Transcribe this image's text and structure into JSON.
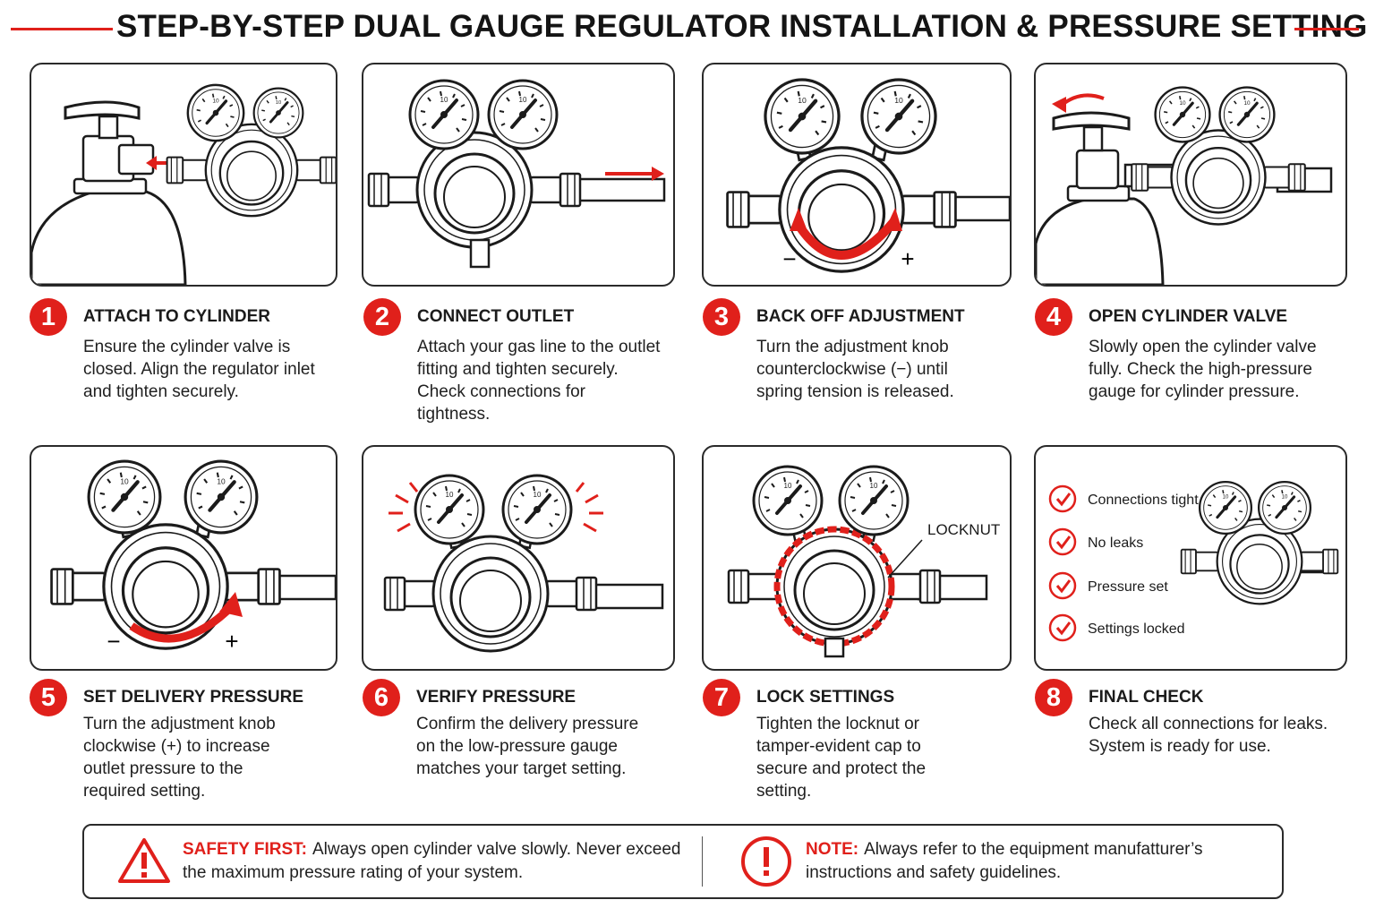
{
  "title": "STEP-BY-STEP DUAL GAUGE REGULATOR INSTALLATION & PRESSURE SETTING",
  "colors": {
    "accent": "#e0201b",
    "ink": "#1b1b1b"
  },
  "steps": [
    {
      "number": "1",
      "title": "ATTACH TO CYLINDER",
      "desc": "Ensure the cylinder valve is closed. Align the regulator inlet and tighten securely."
    },
    {
      "number": "2",
      "title": "CONNECT OUTLET",
      "desc": "Attach your gas line to the outlet fitting and tighten securely. Check connections for tightness."
    },
    {
      "number": "3",
      "title": "BACK OFF ADJUSTMENT",
      "desc": "Turn the adjustment knob counterclockwise (−) until spring tension is released."
    },
    {
      "number": "4",
      "title": "OPEN CYLINDER VALVE",
      "desc": "Slowly open the cylinder valve fully. Check the high-pressure gauge for cylinder pressure."
    },
    {
      "number": "5",
      "title": "SET DELIVERY PRESSURE",
      "desc": "Turn the adjustment knob clockwise (+) to increase outlet pressure to the required setting."
    },
    {
      "number": "6",
      "title": "VERIFY PRESSURE",
      "desc": "Confirm the delivery pressure on the low-pressure gauge matches your target setting."
    },
    {
      "number": "7",
      "title": "LOCK SETTINGS",
      "desc": "Tighten the locknut or tamper-evident cap to secure and protect the setting."
    },
    {
      "number": "8",
      "title": "FINAL CHECK",
      "desc": "Check all connections for leaks. System is ready for use."
    }
  ],
  "panel3": {
    "minus": "−",
    "plus": "+"
  },
  "panel5": {
    "minus": "−",
    "plus": "+"
  },
  "panel7": {
    "callout": "LOCKNUT"
  },
  "panel8": {
    "checklist": [
      "Connections tight",
      "No leaks",
      "Pressure set",
      "Settings locked"
    ]
  },
  "footer": {
    "safety_lead": "SAFETY FIRST:",
    "safety_text": "Always open cylinder valve slowly. Never exceed the maximum pressure rating of your system.",
    "safety_icon": "warning-triangle-icon",
    "note_lead": "NOTE:",
    "note_text": "Always refer to the equipment manufatturer’s instructions and safety guidelines.",
    "note_icon": "exclamation-circle-icon"
  }
}
